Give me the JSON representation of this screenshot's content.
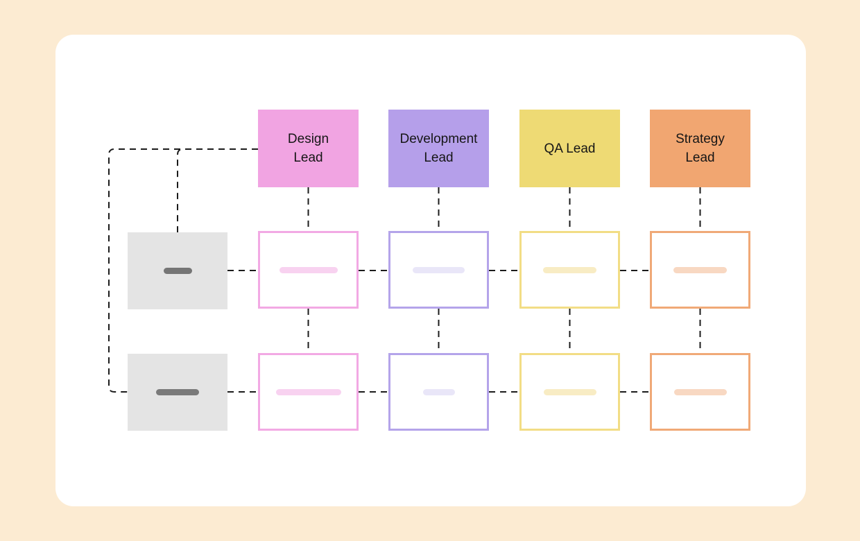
{
  "canvas": {
    "background_color": "#fcebd2",
    "card_color": "#ffffff",
    "connector_color": "#1b1b1b",
    "text_color": "#161616"
  },
  "diagram": {
    "columns": [
      {
        "id": "design",
        "label": "Design\nLead",
        "fill": "#f1a4e2",
        "border": "#f2a9e4",
        "bar": "#f8d2f0"
      },
      {
        "id": "development",
        "label": "Development\nLead",
        "fill": "#b59fea",
        "border": "#b4a4ea",
        "bar": "#e9e6f8"
      },
      {
        "id": "qa",
        "label": "QA Lead",
        "fill": "#eeda74",
        "border": "#f2dd85",
        "bar": "#f8ecc4"
      },
      {
        "id": "strategy",
        "label": "Strategy\nLead",
        "fill": "#f1a671",
        "border": "#f0a977",
        "bar": "#f8d8c2"
      }
    ],
    "members": [
      {
        "id": "member-1",
        "fill": "#e4e4e4",
        "bar": "#757575"
      },
      {
        "id": "member-2",
        "fill": "#e4e4e4",
        "bar": "#7a7a7a"
      }
    ]
  }
}
